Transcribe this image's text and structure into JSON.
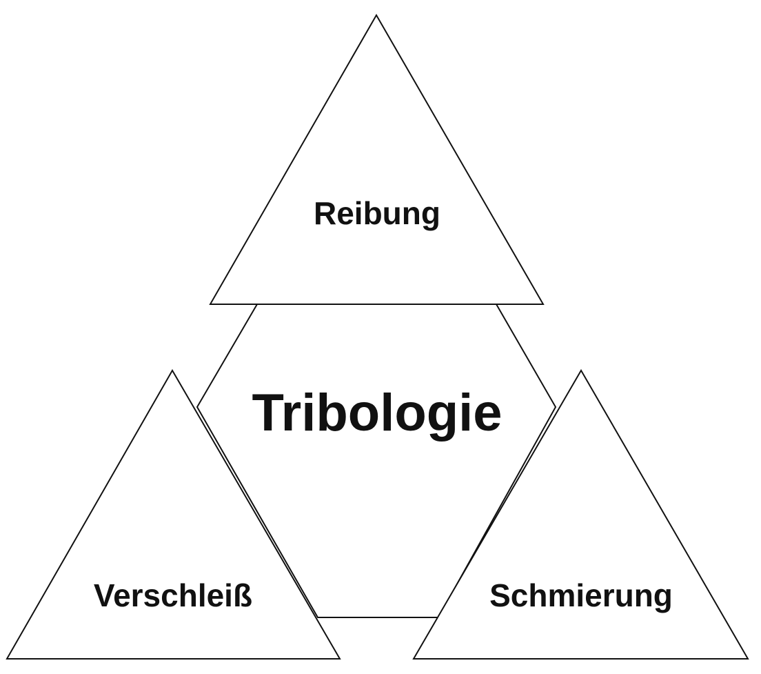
{
  "diagram": {
    "center_label": "Tribologie",
    "top_label": "Reibung",
    "left_label": "Verschleiß",
    "right_label": "Schmierung"
  },
  "colors": {
    "background": "#ffffff",
    "stroke": "#111111",
    "text": "#111111"
  }
}
